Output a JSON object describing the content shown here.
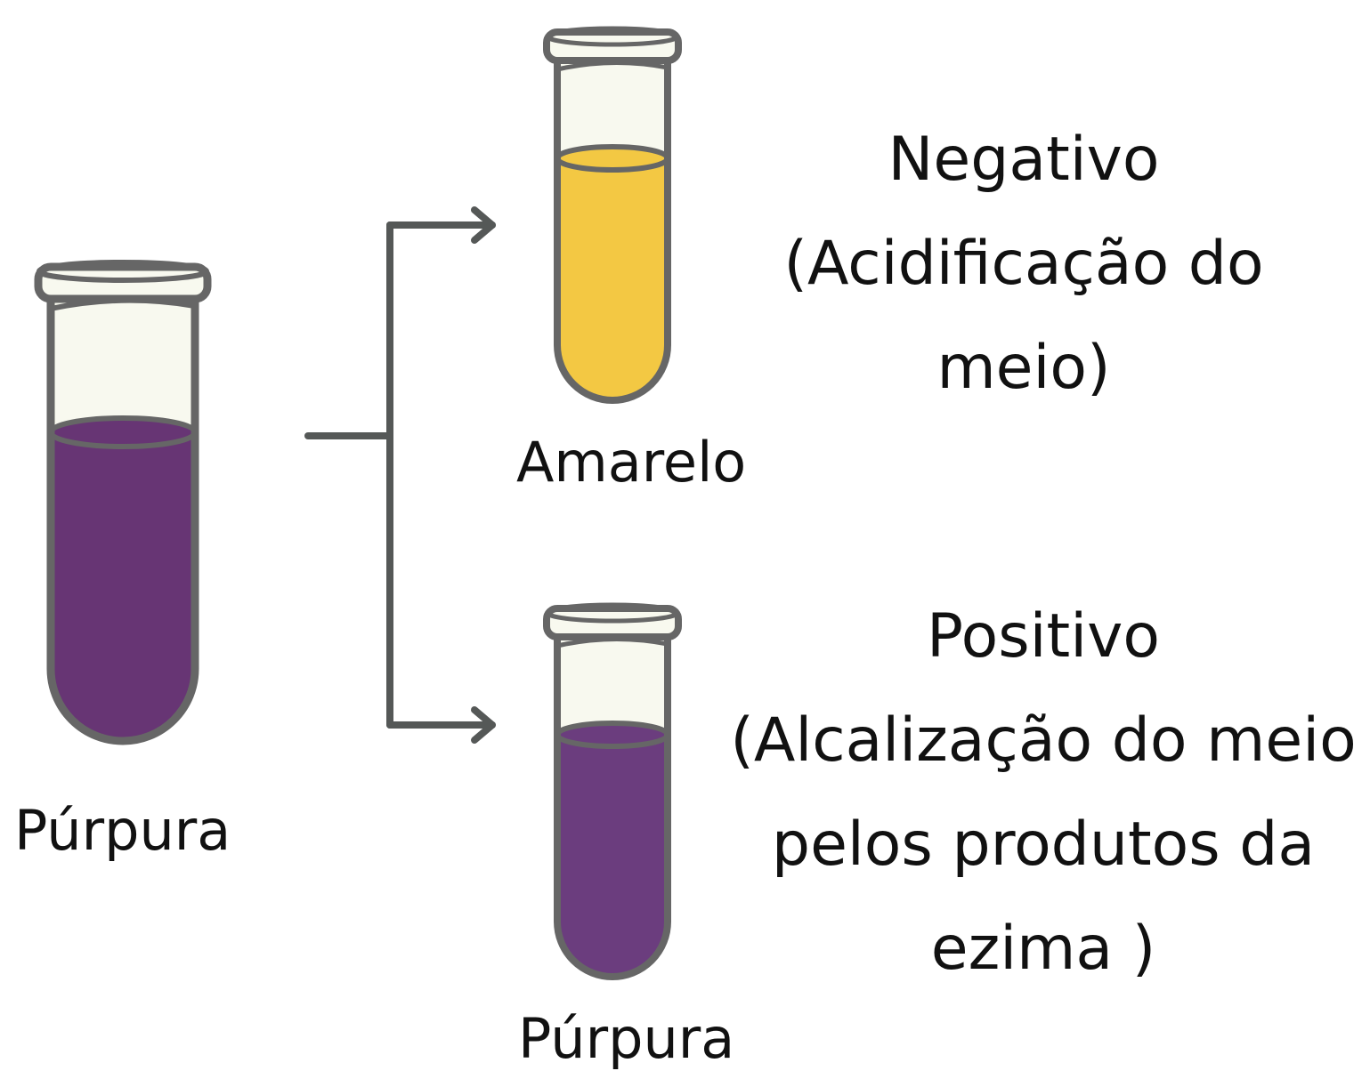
{
  "source": {
    "label": "Púrpura",
    "liquid_color": "#673574"
  },
  "negative": {
    "tube_label": "Amarelo",
    "liquid_color": "#f3c843",
    "result_lines": [
      "Negativo",
      "(Acidificação do",
      "meio)"
    ]
  },
  "positive": {
    "tube_label": "Púrpura",
    "liquid_color": "#6b3d7e",
    "result_lines": [
      "Positivo",
      "(Alcalização do meio",
      "pelos produtos da",
      "ezima )"
    ]
  },
  "colors": {
    "glass": "#f8f9ef",
    "outline": "#666666",
    "arrow": "#555857"
  }
}
